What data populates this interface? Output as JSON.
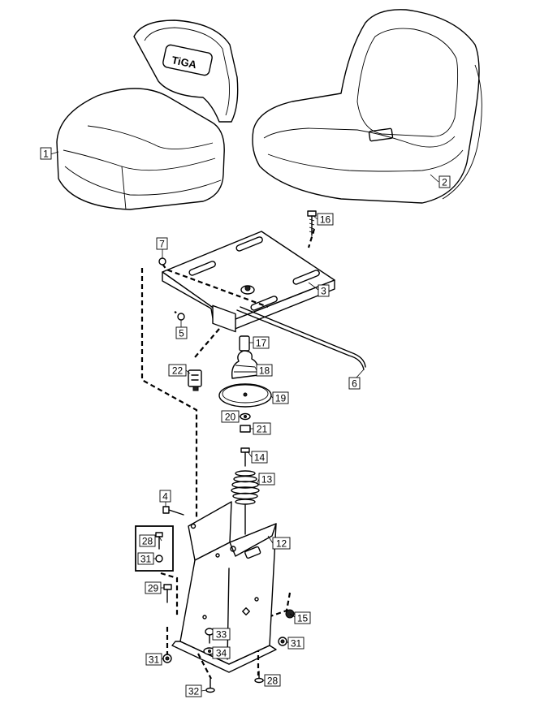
{
  "logo_text": "TiGA",
  "callouts": {
    "c1": "1",
    "c2": "2",
    "c3": "3",
    "c4": "4",
    "c5": "5",
    "c6": "6",
    "c7": "7",
    "c12": "12",
    "c13": "13",
    "c14": "14",
    "c15": "15",
    "c16": "16",
    "c17": "17",
    "c18": "18",
    "c19": "19",
    "c20": "20",
    "c21": "21",
    "c22": "22",
    "c28a": "28",
    "c28b": "28",
    "c29": "29",
    "c31a": "31",
    "c31b": "31",
    "c31c": "31",
    "c32": "32",
    "c33": "33",
    "c34": "34"
  }
}
